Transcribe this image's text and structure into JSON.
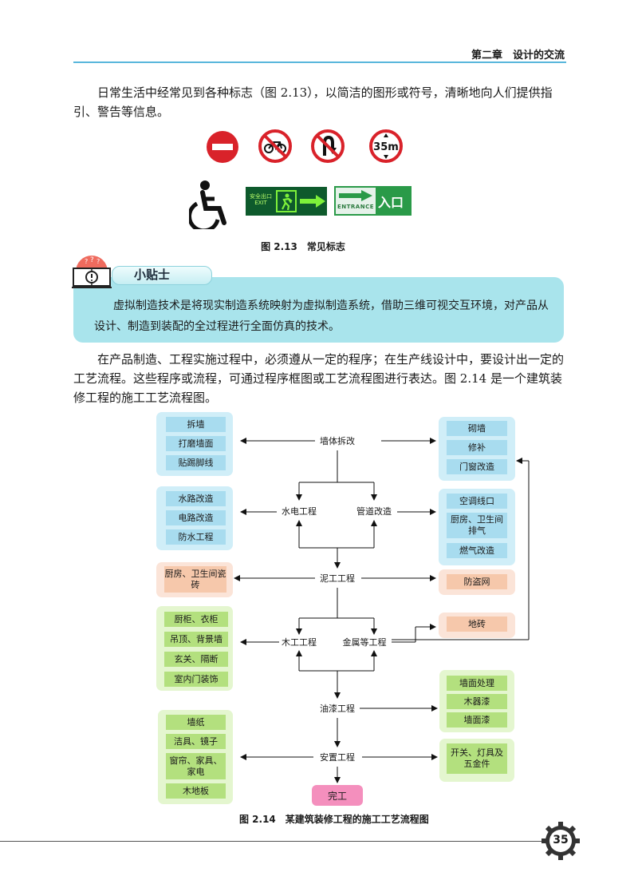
{
  "header": {
    "chapter": "第二章　设计的交流"
  },
  "intro_text": "日常生活中经常见到各种标志（图 2.13），以简洁的图形或符号，清晰地向人们提供指引、警告等信息。",
  "signs": {
    "speed_limit": "35m",
    "exit_cn": "安全出口",
    "exit_en": "EXIT",
    "entrance_en": "ENTRANCE",
    "entrance_cn": "入口"
  },
  "fig13_caption": "图 2.13　常见标志",
  "tip": {
    "title": "小贴士",
    "text": "虚拟制造技术是将现实制造系统映射为虚拟制造系统，借助三维可视交互环境，对产品从设计、制造到装配的全过程进行全面仿真的技术。"
  },
  "body_text": "在产品制造、工程实施过程中，必须遵从一定的程序；在生产线设计中，要设计出一定的工艺流程。这些程序或流程，可通过程序框图或工艺流程图进行表达。图 2.14 是一个建筑装修工程的施工工艺流程图。",
  "flow": {
    "main": {
      "demolish": "墙体拆改",
      "plumbing_elec": "水电工程",
      "pipe": "管道改造",
      "masonry": "泥工工程",
      "carpentry": "木工工程",
      "metal": "金属等工程",
      "paint": "油漆工程",
      "install": "安置工程",
      "done": "完工"
    },
    "left_demolish": [
      "拆墙",
      "打磨墙面",
      "贴踢脚线"
    ],
    "right_demolish": [
      "砌墙",
      "修补",
      "门窗改造"
    ],
    "left_water": [
      "水路改造",
      "电路改造",
      "防水工程"
    ],
    "right_pipe": [
      "空调线口",
      "厨房、卫生间排气",
      "燃气改造"
    ],
    "left_masonry": [
      "厨房、卫生间瓷砖"
    ],
    "right_masonry": [
      "防盗网"
    ],
    "right_metal": [
      "地砖"
    ],
    "left_wood": [
      "厨柜、衣柜",
      "吊顶、背景墙",
      "玄关、隔断",
      "室内门装饰"
    ],
    "right_paint": [
      "墙面处理",
      "木器漆",
      "墙面漆"
    ],
    "left_install": [
      "墙纸",
      "洁具、镜子",
      "窗帘、家具、家电",
      "木地板"
    ],
    "right_install": [
      "开关、灯具及五金件"
    ]
  },
  "fig14_caption": "图 2.14　某建筑装修工程的施工工艺流程图",
  "page_number": "35"
}
